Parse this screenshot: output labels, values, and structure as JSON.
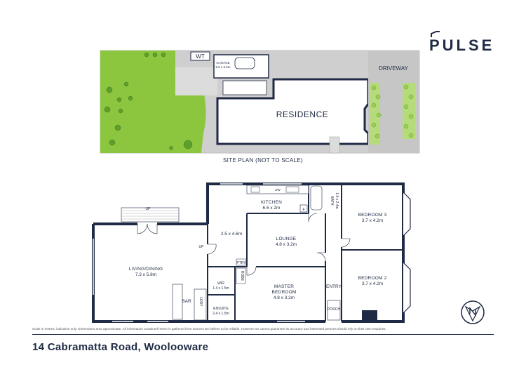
{
  "brand": {
    "name": "PULSE"
  },
  "site_plan": {
    "caption": "SITE PLAN (NOT TO SCALE)",
    "wt_label": "WT",
    "garage_label": "GARAGE",
    "garage_dims": "5.6 x 3.5m",
    "residence_label": "RESIDENCE",
    "driveway_label": "DRIVEWAY"
  },
  "floor_plan": {
    "rooms": {
      "kitchen": {
        "name": "KITCHEN",
        "dims": "6.6 x 2m"
      },
      "dining_annex": {
        "dims": "2.5 x 4.6m"
      },
      "lounge": {
        "name": "LOUNGE",
        "dims": "4.8 x 3.2m"
      },
      "living": {
        "name": "LIVING/DINING",
        "dims": "7.3 x 5.8m"
      },
      "master": {
        "name": "MASTER",
        "name2": "BEDROOM",
        "dims": "4.8 x 3.2m"
      },
      "bed3": {
        "name": "BEDROOM 3",
        "dims": "3.7 x 4.2m"
      },
      "bed2": {
        "name": "BEDROOM 2",
        "dims": "3.7 x 4.2m"
      },
      "ensuite": {
        "name": "ENSUITE",
        "dims": "2.4 x 1.5m"
      },
      "bath": {
        "name": "BATH",
        "dims": "1.8 x 2.4m"
      },
      "wir": {
        "name": "WIR",
        "dims": "1.4 x 1.5m"
      }
    },
    "labels": {
      "up_top": "UP",
      "up_side": "UP",
      "ptry": "PTRY",
      "robe": "ROBE",
      "bar": "BAR",
      "laundry": "LDRY",
      "entry": "ENTRY",
      "porch": "PORCH",
      "fridge": "F",
      "dw": "DW"
    }
  },
  "footer": {
    "disclaimer": "Scale in metres, indicative only. Dimensions area approximate. All information contained herein is gathered from sources we believe to be reliable. However we cannot guarantee its accuracy and interested persons should rely on their own enquiries.",
    "address": "14 Cabramatta Road, Woolooware"
  },
  "colors": {
    "wall": "#1f2a44",
    "lawn": "#8cc63f",
    "paving": "#c9c9c9",
    "hedge": "#9ccf55"
  }
}
